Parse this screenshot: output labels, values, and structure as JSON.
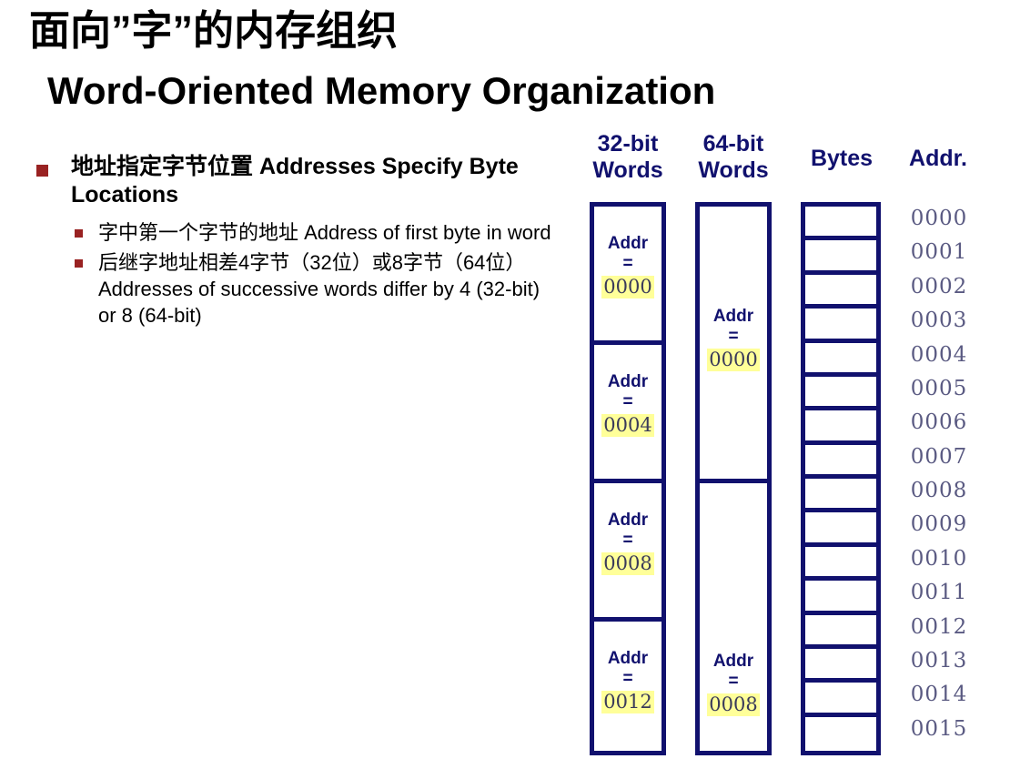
{
  "slide": {
    "title_cn": "面向”字”的内存组织",
    "title_en": "Word-Oriented Memory Organization"
  },
  "bullets": {
    "level1": "地址指定字节位置 Addresses Specify Byte Locations",
    "level2": [
      "字中第一个字节的地址 Address of first byte in word",
      "后继字地址相差4字节（32位）或8字节（64位） Addresses of successive words differ by 4 (32-bit) or 8 (64-bit)"
    ]
  },
  "diagram": {
    "headers": {
      "words32": "32-bit Words",
      "words64": "64-bit Words",
      "bytes": "Bytes",
      "addr": "Addr."
    },
    "addr_prefix": "Addr",
    "equals": "=",
    "words32_cells": [
      {
        "value": "0000"
      },
      {
        "value": "0004"
      },
      {
        "value": "0008"
      },
      {
        "value": "0012"
      }
    ],
    "words64_cells": [
      {
        "value": "0000"
      },
      {
        "value": "0008"
      }
    ],
    "byte_cells_count": 16,
    "addresses": [
      "0000",
      "0001",
      "0002",
      "0003",
      "0004",
      "0005",
      "0006",
      "0007",
      "0008",
      "0009",
      "0010",
      "0011",
      "0012",
      "0013",
      "0014",
      "0015"
    ]
  },
  "colors": {
    "navy": "#11116e",
    "bullet_red": "#992222",
    "highlight_yellow": "#ffff99",
    "address_text": "#5a5a82"
  }
}
